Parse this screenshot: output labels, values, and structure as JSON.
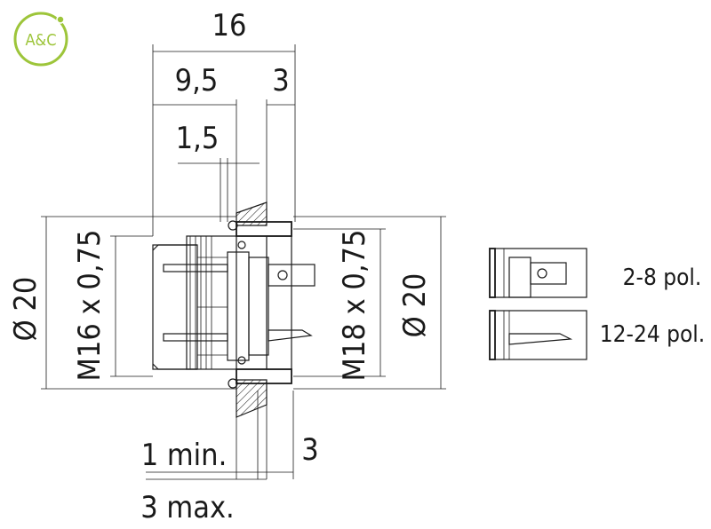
{
  "logo": {
    "text": "A&C",
    "color": "#9dc53a"
  },
  "dimensions": {
    "overall_length": "16",
    "front_length": "9,5",
    "rear_length": "3",
    "offset": "1,5",
    "diameter_left": "Ø 20",
    "thread_front": "M16 x 0,75",
    "thread_rear": "M18 x 0,75",
    "diameter_right": "Ø 20",
    "panel_min": "1 min.",
    "panel_max": "3 max.",
    "panel_nut": "3"
  },
  "variants": [
    {
      "label": "2-8 pol."
    },
    {
      "label": "12-24 pol."
    }
  ]
}
